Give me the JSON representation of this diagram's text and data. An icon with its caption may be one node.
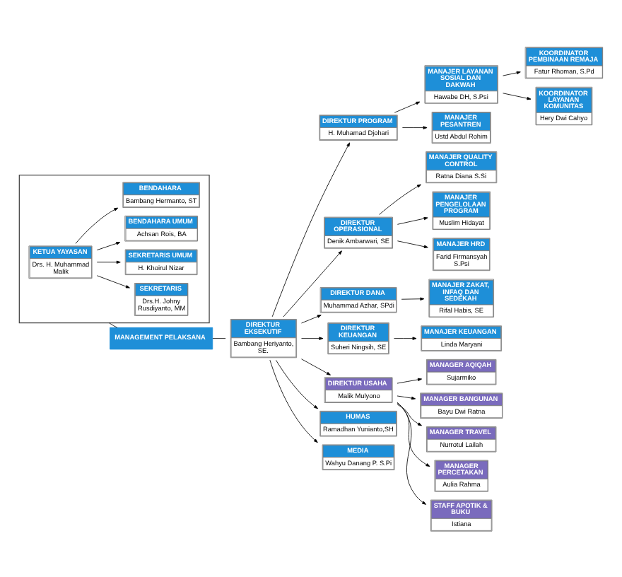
{
  "diagram": {
    "nodes": [
      {
        "text": [],
        "shape": "box"
      },
      {
        "text": [
          "KETUA YAYASAN",
          "Drs. H. Muhammad Malik"
        ],
        "in": 0
      },
      {
        "text": [
          "SEKRETARIS",
          "Drs.H. Johny Rusdiyanto, MM"
        ],
        "in": 0
      },
      {
        "text": [
          "SEKRETARIS UMUM",
          "H. Khoirul Nizar"
        ],
        "in": 0
      },
      {
        "text": [
          "BENDAHARA UMUM",
          "Achsan Rois, BA"
        ],
        "in": 0
      },
      {
        "text": [
          "BENDAHARA",
          "Bambang Hermanto, ST"
        ],
        "in": 0
      },
      {
        "text": [
          "MANAGEMENT PELAKSANA"
        ]
      },
      {
        "text": [
          "DIREKTUR EKSEKUTIF",
          "Bambang Heriyanto, SE."
        ]
      },
      {
        "text": [
          "DIREKTUR PROGRAM",
          "H. Muhamad Djohari"
        ]
      },
      {
        "text": [
          "DIREKTUR OPERASIONAL",
          "Denik Ambarwari, SE"
        ]
      },
      {
        "text": [
          "DIREKTUR DANA",
          "Muhammad Azhar, SPdi"
        ]
      },
      {
        "text": [
          "DIREKTUR KEUANGAN",
          "Suheri Ningsih, SE"
        ]
      },
      {
        "text": [
          "DIREKTUR USAHA",
          "Malik Mulyono"
        ]
      },
      {
        "text": [
          "MANAJER LAYANAN SOSIAL DAN DAKWAH",
          "Hawabe DH, S.Psi"
        ]
      },
      {
        "text": [
          "MANAJER PESANTREN",
          "Ustd Abdul Rohim"
        ]
      },
      {
        "text": [
          "MANAJER QUALITY CONTROL",
          "Ratna Diana S.Si"
        ]
      },
      {
        "text": [
          "MANAJER PENGELOLAAN PROGRAM",
          "Muslim Hidayat"
        ]
      },
      {
        "text": [
          "MANAJER HRD",
          "Farid Firmansyah S.Psi"
        ]
      },
      {
        "text": [
          "MANAJER ZAKAT, INFAQ DAN SEDEKAH",
          "Rifal Habis, SE"
        ]
      },
      {
        "text": [
          "MANAJER KEUANGAN",
          "Linda Maryani"
        ]
      },
      {
        "text": [
          "KOORDINATOR PEMBINAAN REMAJA",
          "Fatur Rhoman, S.Pd"
        ]
      },
      {
        "text": [
          "KOORDINATOR LAYANAN KOMUNITAS",
          "Hery Dwi Cahyo"
        ]
      },
      {
        "text": [
          "HUMAS",
          "Ramadhan Yunianto,SH"
        ]
      },
      {
        "text": [
          "MEDIA",
          "Wahyu Danang P. S.Pi"
        ]
      },
      {
        "text": [
          "MANAGER AQIQAH",
          "Sujarmiko"
        ]
      },
      {
        "text": [
          "MANAGER BANGUNAN",
          "Bayu Dwi Ratna"
        ]
      },
      {
        "text": [
          "MANAGER TRAVEL",
          "Nurrotul Lailah"
        ]
      },
      {
        "text": [
          "MANAGER PERCETAKAN",
          "Aulia Rahma"
        ]
      },
      {
        "text": [
          "STAFF APOTIK & BUKU",
          "Istiana"
        ]
      }
    ],
    "edges": [
      {
        "from": 1,
        "to": 2,
        "arrow": "to"
      },
      {
        "from": 1,
        "to": 3,
        "arrow": "to"
      },
      {
        "from": 1,
        "to": 4,
        "arrow": "to"
      },
      {
        "from": 1,
        "to": 5,
        "arrow": "to"
      },
      {
        "from": 0,
        "to": 6,
        "arrow": "none"
      },
      {
        "from": 6,
        "to": 7,
        "arrow": "none"
      },
      {
        "from": 7,
        "to": 8,
        "arrow": "to"
      },
      {
        "from": 7,
        "to": 9,
        "arrow": "to"
      },
      {
        "from": 7,
        "to": 10,
        "arrow": "to"
      },
      {
        "from": 7,
        "to": 11,
        "arrow": "to"
      },
      {
        "from": 7,
        "to": 12,
        "arrow": "to"
      },
      {
        "from": 7,
        "to": 22,
        "arrow": "to"
      },
      {
        "from": 7,
        "to": 23,
        "arrow": "to"
      },
      {
        "from": 8,
        "to": 13,
        "arrow": "to"
      },
      {
        "from": 8,
        "to": 14,
        "arrow": "to"
      },
      {
        "from": 9,
        "to": 15,
        "arrow": "to"
      },
      {
        "from": 9,
        "to": 16,
        "arrow": "to"
      },
      {
        "from": 9,
        "to": 17,
        "arrow": "to"
      },
      {
        "from": 10,
        "to": 18,
        "arrow": "to"
      },
      {
        "from": 11,
        "to": 19,
        "arrow": "to"
      },
      {
        "from": 13,
        "to": 20,
        "arrow": "to"
      },
      {
        "from": 13,
        "to": 21,
        "arrow": "to"
      },
      {
        "from": 12,
        "to": 24,
        "arrow": "to"
      },
      {
        "from": 12,
        "to": 25,
        "arrow": "to"
      },
      {
        "from": 12,
        "to": 26,
        "arrow": "to"
      },
      {
        "from": 12,
        "to": 27,
        "arrow": "to"
      },
      {
        "from": 12,
        "to": 28,
        "arrow": "to"
      }
    ]
  }
}
